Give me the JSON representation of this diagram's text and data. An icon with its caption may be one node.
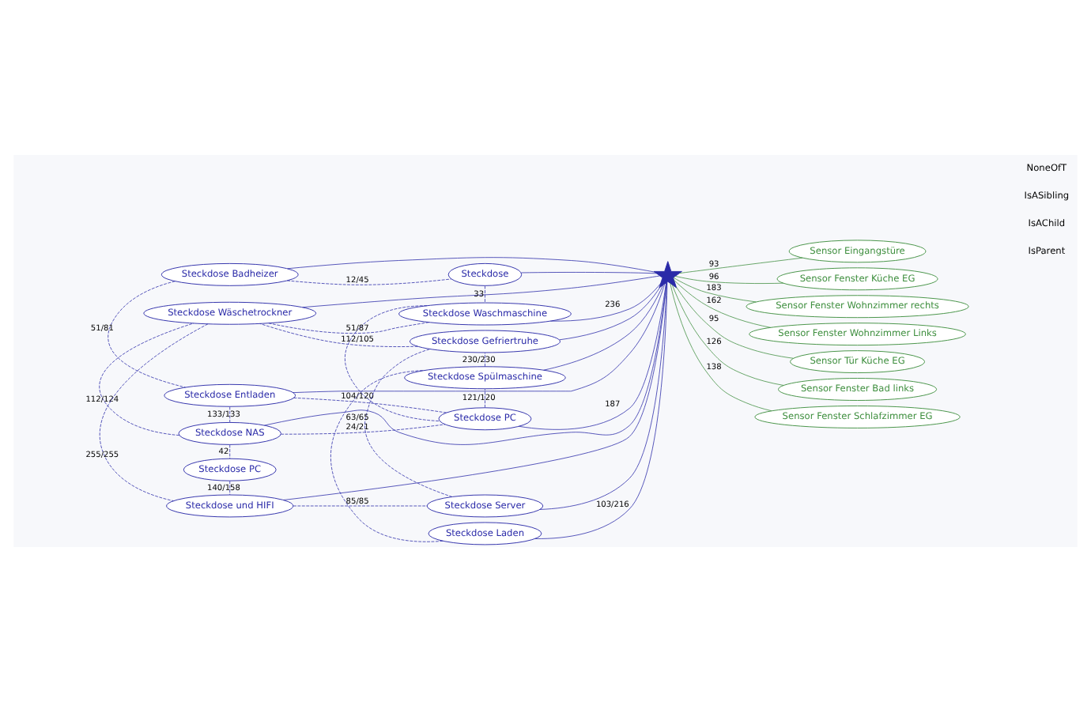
{
  "diagram": {
    "nodes": [
      {
        "text": [],
        "shape": "star"
      },
      {
        "text": [
          "Steckdose Badheizer"
        ]
      },
      {
        "text": [
          "Steckdose"
        ]
      },
      {
        "text": [
          "Steckdose Entladen"
        ]
      },
      {
        "text": [
          "Steckdose Waschmaschine"
        ]
      },
      {
        "text": [
          "Steckdose NAS"
        ]
      },
      {
        "text": [
          "Steckdose PC"
        ]
      },
      {
        "text": [
          "Steckdose Laden"
        ]
      },
      {
        "text": [
          "Steckdose Spülmaschine"
        ]
      },
      {
        "text": [
          "Steckdose Wäschetrockner"
        ]
      },
      {
        "text": [
          "Steckdose PC"
        ]
      },
      {
        "text": [
          "Steckdose Gefriertruhe"
        ]
      },
      {
        "text": [
          "Steckdose und HIFI"
        ]
      },
      {
        "text": [
          "Steckdose Server"
        ]
      },
      {
        "text": [
          "Sensor Eingangstüre"
        ]
      },
      {
        "text": [
          "Sensor Fenster Küche EG"
        ]
      },
      {
        "text": [
          "Sensor Fenster Wohnzimmer rechts"
        ]
      },
      {
        "text": [
          "Sensor Fenster Wohnzimmer Links"
        ]
      },
      {
        "text": [
          "Sensor Tür Küche EG"
        ]
      },
      {
        "text": [
          "Sensor Fenster Bad links"
        ]
      },
      {
        "text": [
          "Sensor Fenster Schlafzimmer EG"
        ]
      }
    ],
    "edges": [
      {
        "from": 0,
        "to": 14,
        "arrow": "none",
        "label": "93",
        "color": "#3f8f3f"
      },
      {
        "from": 0,
        "to": 15,
        "arrow": "none",
        "label": "96",
        "color": "#3f8f3f"
      },
      {
        "from": 0,
        "to": 16,
        "arrow": "none",
        "label": "183",
        "color": "#3f8f3f"
      },
      {
        "from": 0,
        "to": 17,
        "arrow": "none",
        "label": "162",
        "color": "#3f8f3f"
      },
      {
        "from": 0,
        "to": 18,
        "arrow": "none",
        "label": "95",
        "color": "#3f8f3f"
      },
      {
        "from": 0,
        "to": 19,
        "arrow": "none",
        "label": "126",
        "color": "#3f8f3f"
      },
      {
        "from": 0,
        "to": 20,
        "arrow": "none",
        "label": "138",
        "color": "#3f8f3f"
      },
      {
        "from": 0,
        "to": 1,
        "arrow": "none"
      },
      {
        "from": 0,
        "to": 2,
        "arrow": "none"
      },
      {
        "from": 0,
        "to": 3,
        "arrow": "none"
      },
      {
        "from": 0,
        "to": 4,
        "arrow": "none",
        "label": "236"
      },
      {
        "from": 0,
        "to": 5,
        "arrow": "none"
      },
      {
        "from": 0,
        "to": 6,
        "arrow": "none",
        "label": "187"
      },
      {
        "from": 0,
        "to": 7,
        "arrow": "none",
        "label": "103/216"
      },
      {
        "from": 0,
        "to": 8,
        "arrow": "none"
      },
      {
        "from": 0,
        "to": 9,
        "arrow": "none"
      },
      {
        "from": 0,
        "to": 11,
        "arrow": "none"
      },
      {
        "from": 0,
        "to": 12,
        "arrow": "none"
      },
      {
        "from": 0,
        "to": 13,
        "arrow": "none"
      },
      {
        "from": 1,
        "to": 2,
        "arrow": "none",
        "label": "12/45",
        "style": "dashed"
      },
      {
        "from": 1,
        "to": 3,
        "arrow": "none",
        "label": "51/81",
        "style": "dashed"
      },
      {
        "from": 3,
        "to": 5,
        "arrow": "none",
        "label": "133/133",
        "style": "dashed"
      },
      {
        "from": 5,
        "to": 10,
        "arrow": "none",
        "label": "42",
        "style": "dashed"
      },
      {
        "from": 5,
        "to": 9,
        "arrow": "none",
        "label": "112/124",
        "style": "dashed"
      },
      {
        "from": 9,
        "to": 12,
        "arrow": "none",
        "label": "255/255",
        "style": "dashed"
      },
      {
        "from": 10,
        "to": 12,
        "arrow": "none",
        "label": "140/158",
        "style": "dashed"
      },
      {
        "from": 12,
        "to": 13,
        "arrow": "none",
        "label": "85/85",
        "style": "dashed"
      },
      {
        "from": 13,
        "to": 11,
        "arrow": "none",
        "label": "63/65",
        "style": "dashed"
      },
      {
        "from": 8,
        "to": 11,
        "arrow": "none",
        "label": "230/230",
        "style": "dashed"
      },
      {
        "from": 11,
        "to": 9,
        "arrow": "none",
        "label": "112/105",
        "style": "dashed"
      },
      {
        "from": 6,
        "to": 8,
        "arrow": "none",
        "label": "121/120",
        "style": "dashed"
      },
      {
        "from": 3,
        "to": 6,
        "arrow": "none",
        "label": "104/120",
        "style": "dashed"
      },
      {
        "from": 5,
        "to": 6,
        "arrow": "none",
        "label": "24/21",
        "style": "dashed"
      },
      {
        "from": 4,
        "to": 9,
        "arrow": "none",
        "label": "51/87",
        "style": "dashed"
      },
      {
        "from": 2,
        "to": 4,
        "arrow": "none",
        "label": "33",
        "style": "dashed"
      },
      {
        "from": 4,
        "to": 6,
        "arrow": "none",
        "style": "dashed"
      },
      {
        "from": 7,
        "to": 8,
        "arrow": "none",
        "style": "dashed"
      }
    ],
    "labels": [
      "IsParent",
      "IsAChild",
      "IsASibling",
      "NoneOfT"
    ]
  }
}
